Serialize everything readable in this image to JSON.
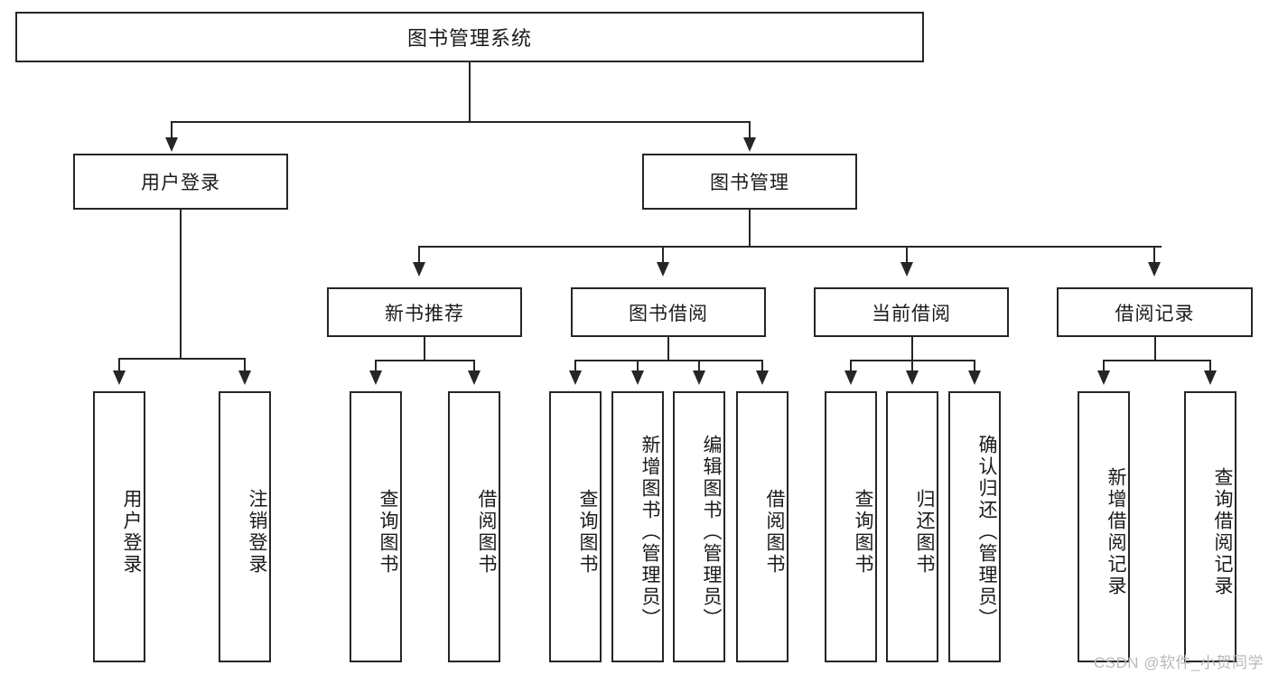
{
  "diagram": {
    "type": "tree-hierarchy-functional-decomposition",
    "title": "图书管理系统",
    "root": {
      "label": "图书管理系统"
    },
    "level2": [
      {
        "label": "用户登录"
      },
      {
        "label": "图书管理"
      }
    ],
    "level3": [
      {
        "label": "新书推荐"
      },
      {
        "label": "图书借阅"
      },
      {
        "label": "当前借阅"
      },
      {
        "label": "借阅记录"
      }
    ],
    "leaves": {
      "user_login": [
        {
          "label": "用户登录"
        },
        {
          "label": "注销登录"
        }
      ],
      "new_book_recommend": [
        {
          "label": "查询图书"
        },
        {
          "label": "借阅图书"
        }
      ],
      "book_borrow": [
        {
          "label": "查询图书"
        },
        {
          "label": "新增图书（管理员）"
        },
        {
          "label": "编辑图书（管理员）"
        },
        {
          "label": "借阅图书"
        }
      ],
      "current_borrow": [
        {
          "label": "查询图书"
        },
        {
          "label": "归还图书"
        },
        {
          "label": "确认归还（管理员）"
        }
      ],
      "borrow_record": [
        {
          "label": "新增借阅记录"
        },
        {
          "label": "查询借阅记录"
        }
      ]
    }
  },
  "watermark": {
    "text": "CSDN @软件_小贺同学"
  },
  "colors": {
    "stroke": "#262626",
    "text": "#1a1a1a",
    "background": "#ffffff",
    "watermark": "#b9b9b9"
  }
}
